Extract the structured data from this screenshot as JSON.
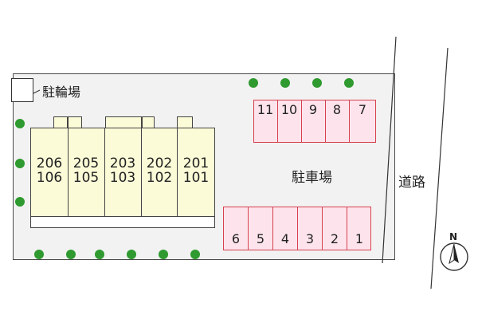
{
  "bicycle_parking": {
    "label": "駐輪場"
  },
  "building": {
    "units": [
      {
        "upper": "206",
        "lower": "106"
      },
      {
        "upper": "205",
        "lower": "105"
      },
      {
        "upper": "203",
        "lower": "103"
      },
      {
        "upper": "202",
        "lower": "102"
      },
      {
        "upper": "201",
        "lower": "101"
      }
    ]
  },
  "parking": {
    "label": "駐車場",
    "top_row": [
      "11",
      "10",
      "9",
      "8",
      "7"
    ],
    "bottom_row": [
      "6",
      "5",
      "4",
      "3",
      "2",
      "1"
    ]
  },
  "road": {
    "label": "道路"
  },
  "compass": {
    "label": "N",
    "icon": "north-arrow-icon"
  },
  "colors": {
    "lot_fill": "#f2f2f2",
    "building_fill": "#fbfbd8",
    "stall_fill": "#fde4ec",
    "stall_border": "#d6404f",
    "tree": "#2f9a2f"
  }
}
